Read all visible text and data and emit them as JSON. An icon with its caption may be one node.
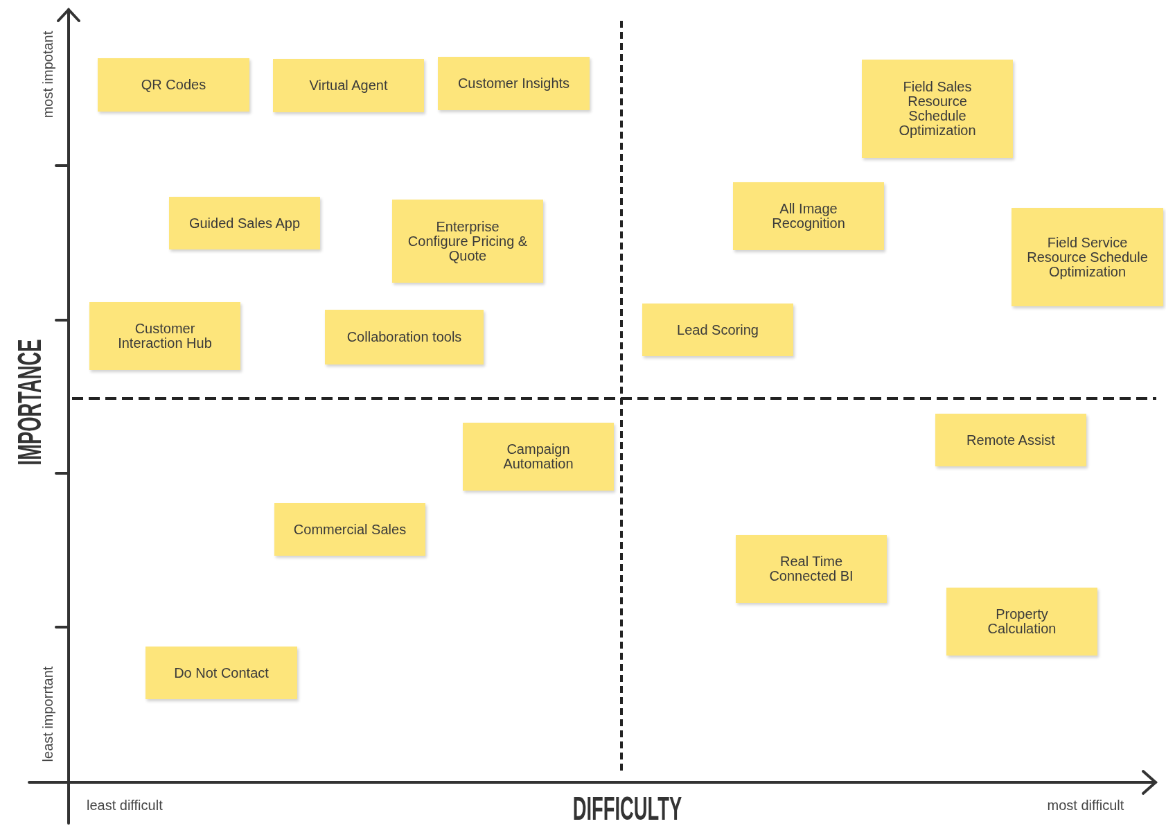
{
  "diagram": {
    "nodes": [
      {
        "text": [
          "QR Codes"
        ]
      },
      {
        "text": [
          "Virtual Agent"
        ]
      },
      {
        "text": [
          "Customer Insights"
        ]
      },
      {
        "text": [
          "Field Sales Resource Schedule Optimization"
        ]
      },
      {
        "text": [
          "Guided Sales App"
        ]
      },
      {
        "text": [
          "Enterprise Configure Pricing & Quote"
        ]
      },
      {
        "text": [
          "All Image Recognition"
        ]
      },
      {
        "text": [
          "Field Service Resource Schedule Optimization"
        ]
      },
      {
        "text": [
          "Customer Interaction Hub"
        ]
      },
      {
        "text": [
          "Collaboration tools"
        ]
      },
      {
        "text": [
          "Lead Scoring"
        ]
      },
      {
        "text": [
          "Remote Assist"
        ]
      },
      {
        "text": [
          "Campaign Automation"
        ]
      },
      {
        "text": [
          "Commercial Sales"
        ]
      },
      {
        "text": [
          "Real Time Connected BI"
        ]
      },
      {
        "text": [
          "Property Calculation"
        ]
      },
      {
        "text": [
          "Do Not Contact"
        ]
      }
    ],
    "labels": [
      "most impotant",
      "IMPORTANCE",
      "least imporrtant",
      "least difficult",
      "DIFFICULTY",
      "most difficult"
    ]
  }
}
